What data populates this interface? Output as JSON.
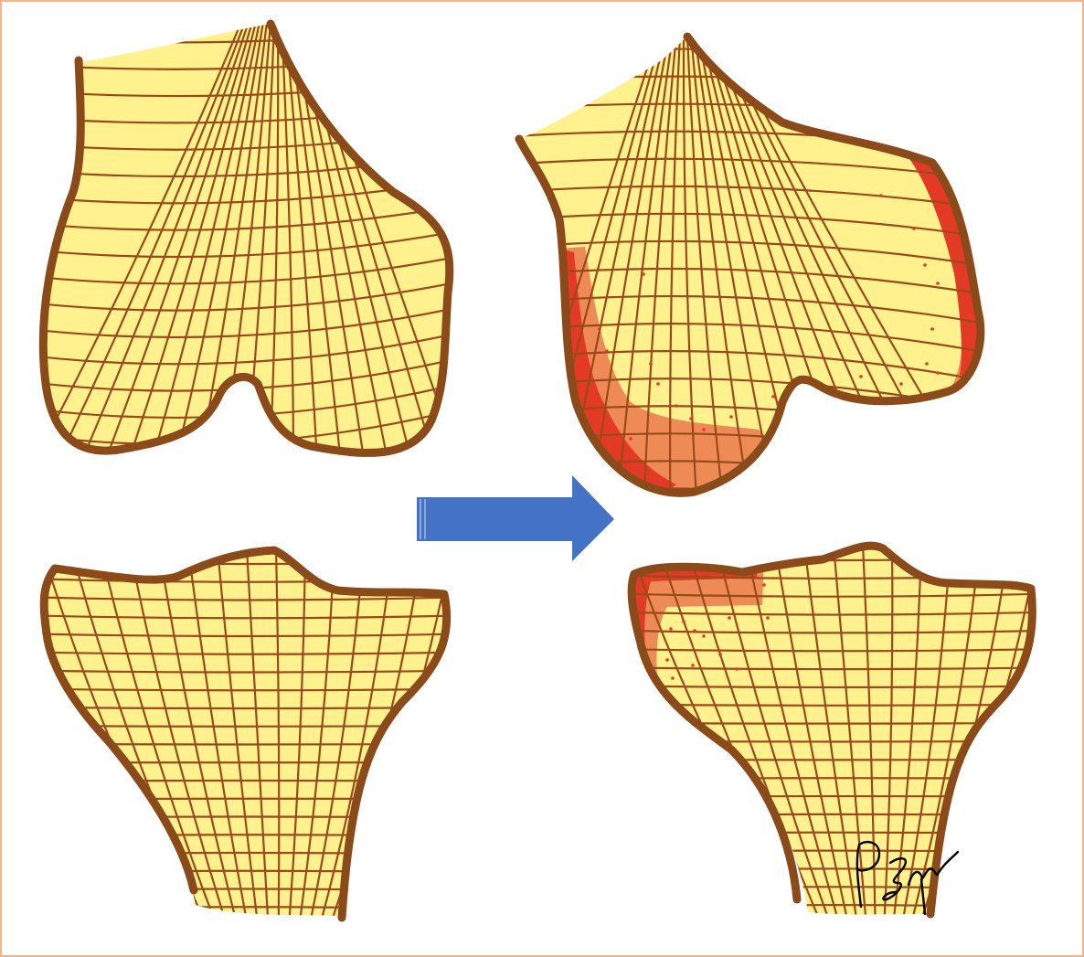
{
  "diagram": {
    "signature_text": "PSzw",
    "colors": {
      "frame": "#f5b48a",
      "bone_fill": "#fff18e",
      "bone_outline": "#8b4a1a",
      "trabecular_lines": "#9a4a18",
      "sclerosis_orange": "#ee8a55",
      "sclerosis_red": "#e23a25",
      "arrow": "#4472c4",
      "signature_ink": "#000000"
    },
    "panels": [
      {
        "name": "healthy-femur"
      },
      {
        "name": "healthy-tibia"
      },
      {
        "name": "remodeled-femur"
      },
      {
        "name": "remodeled-tibia"
      }
    ]
  }
}
